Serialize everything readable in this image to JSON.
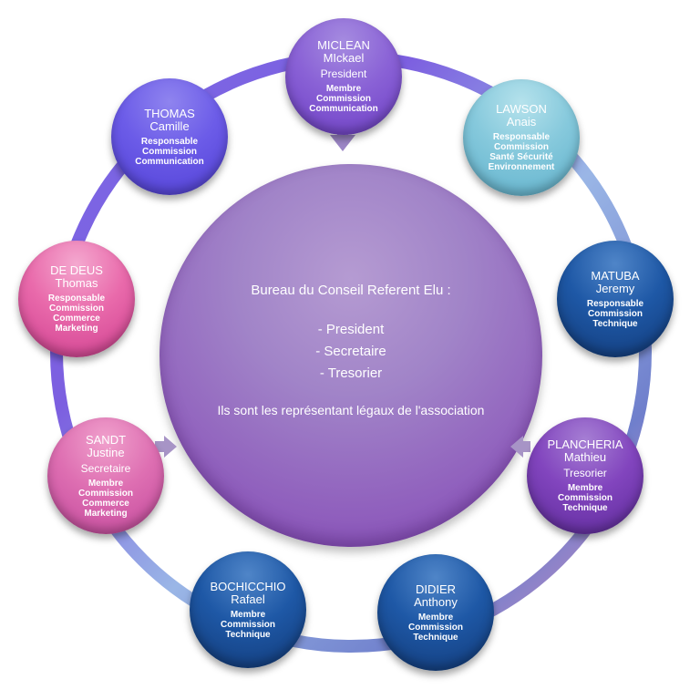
{
  "center": {
    "title": "Bureau du Conseil Referent Elu :",
    "roles": [
      "- President",
      "- Secretaire",
      "- Tresorier"
    ],
    "note": "Ils sont les représentant légaux de l'association"
  },
  "nodes": {
    "miclean": {
      "last": "MICLEAN",
      "first": "MIckael",
      "role": "President",
      "desc": [
        "Membre",
        "Commission",
        "Communication"
      ]
    },
    "lawson": {
      "last": "LAWSON",
      "first": "Anais",
      "desc": [
        "Responsable",
        "Commission",
        "Santé Sécurité",
        "Environnement"
      ]
    },
    "matuba": {
      "last": "MATUBA",
      "first": "Jeremy",
      "desc": [
        "Responsable",
        "Commission",
        "Technique"
      ]
    },
    "plancheria": {
      "last": "PLANCHERIA",
      "first": "Mathieu",
      "role": "Tresorier",
      "desc": [
        "Membre",
        "Commission",
        "Technique"
      ]
    },
    "didier": {
      "last": "DIDIER",
      "first": "Anthony",
      "desc": [
        "Membre",
        "Commission",
        "Technique"
      ]
    },
    "bochicchio": {
      "last": "BOCHICCHIO",
      "first": "Rafael",
      "desc": [
        "Membre",
        "Commission",
        "Technique"
      ]
    },
    "sandt": {
      "last": "SANDT",
      "first": "Justine",
      "role": "Secretaire",
      "desc": [
        "Membre",
        "Commission",
        "Commerce",
        "Marketing"
      ]
    },
    "dedeus": {
      "last": "DE DEUS",
      "first": "Thomas",
      "desc": [
        "Responsable",
        "Commission",
        "Commerce",
        "Marketing"
      ]
    },
    "thomas": {
      "last": "THOMAS",
      "first": "Camille",
      "desc": [
        "Responsable",
        "Commission",
        "Communication"
      ]
    }
  },
  "colors": {
    "ring": "#8a78e0",
    "center": "#9a6cc4"
  }
}
